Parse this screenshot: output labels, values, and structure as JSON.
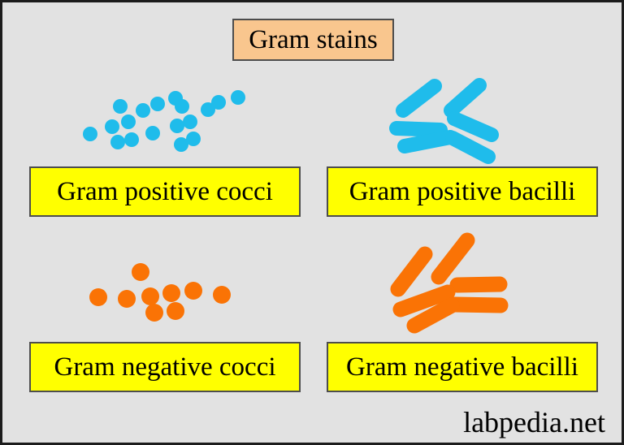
{
  "title": "Gram stains",
  "watermark": "labpedia.net",
  "colors": {
    "background": "#e2e2e2",
    "frame_border": "#1c1c1c",
    "box_border": "#4d4d4d",
    "title_fill": "#f9c68e",
    "label_fill": "#ffff00",
    "text": "#000000",
    "gram_positive": "#1fbceb",
    "gram_negative": "#fa7305"
  },
  "labels": [
    {
      "id": "gram-positive-cocci",
      "text": "Gram positive cocci"
    },
    {
      "id": "gram-positive-bacilli",
      "text": "Gram positive bacilli"
    },
    {
      "id": "gram-negative-cocci",
      "text": "Gram negative cocci"
    },
    {
      "id": "gram-negative-bacilli",
      "text": "Gram negative bacilli"
    }
  ],
  "clusters": [
    {
      "name": "gram-positive-cocci",
      "type": "cocci",
      "color_key": "gram_positive",
      "dot_radius": 9,
      "dots": [
        [
          108,
          162
        ],
        [
          135,
          153
        ],
        [
          145,
          128
        ],
        [
          155,
          147
        ],
        [
          142,
          172
        ],
        [
          159,
          169
        ],
        [
          173,
          133
        ],
        [
          191,
          125
        ],
        [
          185,
          161
        ],
        [
          213,
          118
        ],
        [
          221,
          128
        ],
        [
          215,
          152
        ],
        [
          231,
          147
        ],
        [
          220,
          175
        ],
        [
          235,
          168
        ],
        [
          253,
          132
        ],
        [
          266,
          123
        ],
        [
          290,
          117
        ]
      ]
    },
    {
      "name": "gram-positive-bacilli",
      "type": "bacilli",
      "color_key": "gram_positive",
      "rod_thickness": 18,
      "rods": [
        [
          [
            493,
            133
          ],
          [
            532,
            103
          ]
        ],
        [
          [
            552,
            133
          ],
          [
            587,
            102
          ]
        ],
        [
          [
            485,
            155
          ],
          [
            539,
            157
          ]
        ],
        [
          [
            556,
            143
          ],
          [
            602,
            163
          ]
        ],
        [
          [
            495,
            177
          ],
          [
            551,
            166
          ]
        ],
        [
          [
            554,
            167
          ],
          [
            598,
            190
          ]
        ]
      ]
    },
    {
      "name": "gram-negative-cocci",
      "type": "cocci",
      "color_key": "gram_negative",
      "dot_radius": 11,
      "dots": [
        [
          118,
          363
        ],
        [
          153,
          365
        ],
        [
          170,
          332
        ],
        [
          182,
          362
        ],
        [
          187,
          382
        ],
        [
          208,
          358
        ],
        [
          213,
          380
        ],
        [
          235,
          355
        ],
        [
          270,
          360
        ]
      ]
    },
    {
      "name": "gram-negative-bacilli",
      "type": "bacilli",
      "color_key": "gram_negative",
      "rod_thickness": 19,
      "rods": [
        [
          [
            487,
            353
          ],
          [
            520,
            310
          ]
        ],
        [
          [
            537,
            338
          ],
          [
            572,
            293
          ]
        ],
        [
          [
            560,
            348
          ],
          [
            612,
            347
          ]
        ],
        [
          [
            490,
            378
          ],
          [
            548,
            357
          ]
        ],
        [
          [
            557,
            372
          ],
          [
            613,
            373
          ]
        ],
        [
          [
            507,
            398
          ],
          [
            553,
            373
          ]
        ]
      ]
    }
  ]
}
